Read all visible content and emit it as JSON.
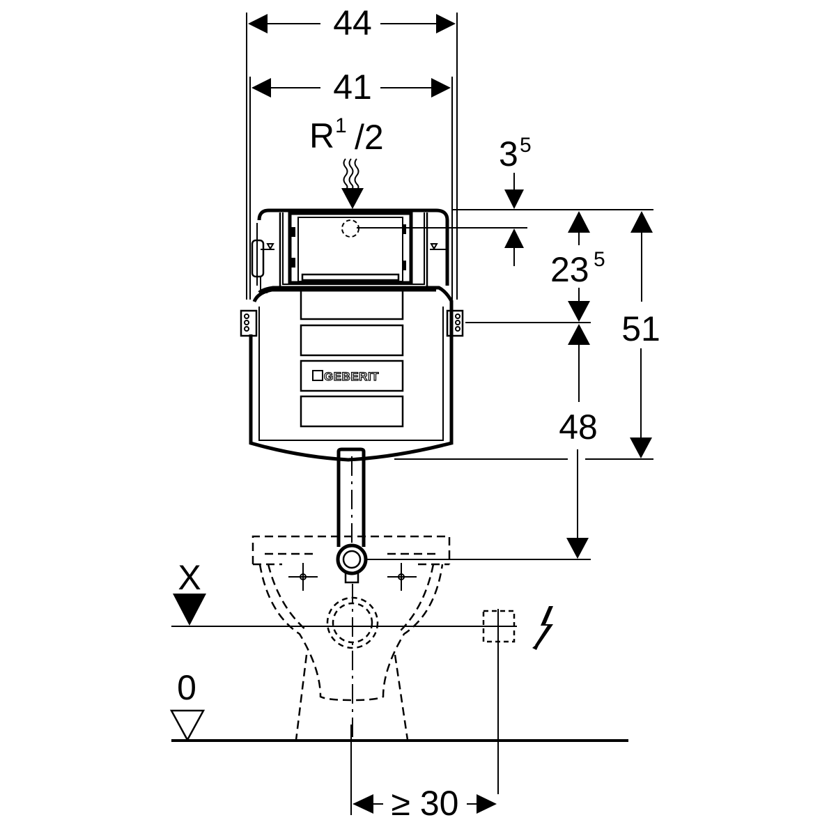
{
  "title": "Geberit concealed cistern installation diagram",
  "dimensions": {
    "width_outer": "44",
    "width_inner": "41",
    "supply_connection": {
      "base": "R",
      "fraction_num": "1",
      "fraction_den": "/2"
    },
    "supply_offset": {
      "base": "3",
      "sup": "5"
    },
    "frame_to_bracket": {
      "base": "23",
      "sup": "5"
    },
    "total_height": "51",
    "bracket_to_outlet": "48",
    "electrical_offset": "≥ 30"
  },
  "levels": {
    "x_level": "X",
    "floor_level": "0"
  },
  "brand": "GEBERIT",
  "symbols": {
    "water_supply": "water-supply-symbol",
    "electrical": "electrical-symbol"
  }
}
